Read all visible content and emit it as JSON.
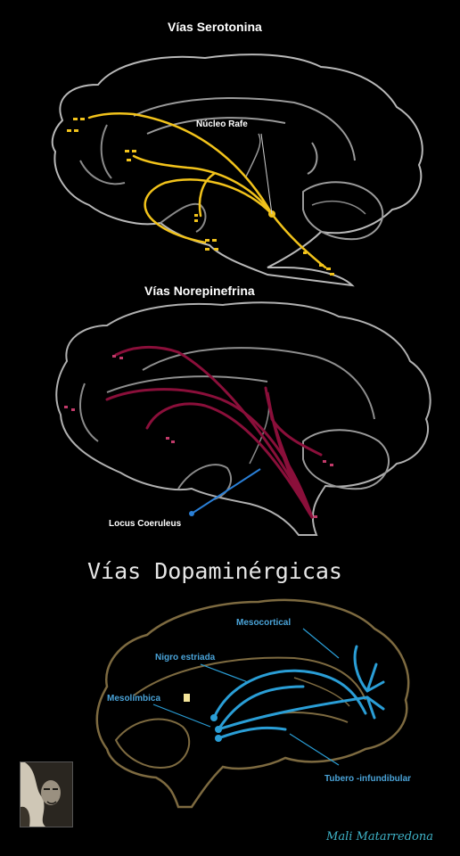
{
  "serotonin": {
    "title": "Vías Serotonina",
    "label_nucleo": "Núcleo Rafe",
    "color": "#f2c31b"
  },
  "norepinephrine": {
    "title": "Vías Norepinefrina",
    "label_locus": "Locus Coeruleus",
    "color": "#8a0f3a"
  },
  "dopamine": {
    "title": "Vías Dopaminérgicas",
    "labels": {
      "mesocortical": "Mesocortical",
      "nigro": "Nigro estriada",
      "mesolimbica": "Mesolímbica",
      "tubero": "Tubero -infundibular"
    },
    "color": "#2a9ed6",
    "outline_color": "#7d6a40"
  },
  "signature": "Mali Matarredona"
}
